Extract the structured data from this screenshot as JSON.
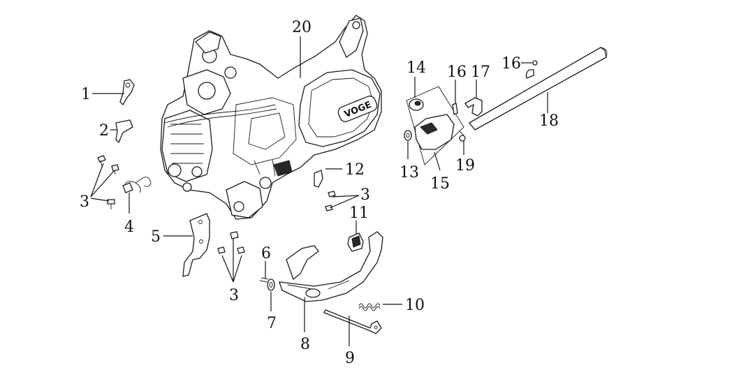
{
  "callouts": [
    {
      "id": "c1",
      "label": "1"
    },
    {
      "id": "c2",
      "label": "2"
    },
    {
      "id": "c3a",
      "label": "3"
    },
    {
      "id": "c4",
      "label": "4"
    },
    {
      "id": "c5",
      "label": "5"
    },
    {
      "id": "c3b",
      "label": "3"
    },
    {
      "id": "c6",
      "label": "6"
    },
    {
      "id": "c7",
      "label": "7"
    },
    {
      "id": "c8",
      "label": "8"
    },
    {
      "id": "c9",
      "label": "9"
    },
    {
      "id": "c10",
      "label": "10"
    },
    {
      "id": "c11",
      "label": "11"
    },
    {
      "id": "c3c",
      "label": "3"
    },
    {
      "id": "c12",
      "label": "12"
    },
    {
      "id": "c20",
      "label": "20"
    },
    {
      "id": "c14",
      "label": "14"
    },
    {
      "id": "c13",
      "label": "13"
    },
    {
      "id": "c15",
      "label": "15"
    },
    {
      "id": "c16a",
      "label": "16"
    },
    {
      "id": "c17",
      "label": "17"
    },
    {
      "id": "c19",
      "label": "19"
    },
    {
      "id": "c16b",
      "label": "16"
    },
    {
      "id": "c18",
      "label": "18"
    }
  ],
  "engine_logo": "VOGE"
}
